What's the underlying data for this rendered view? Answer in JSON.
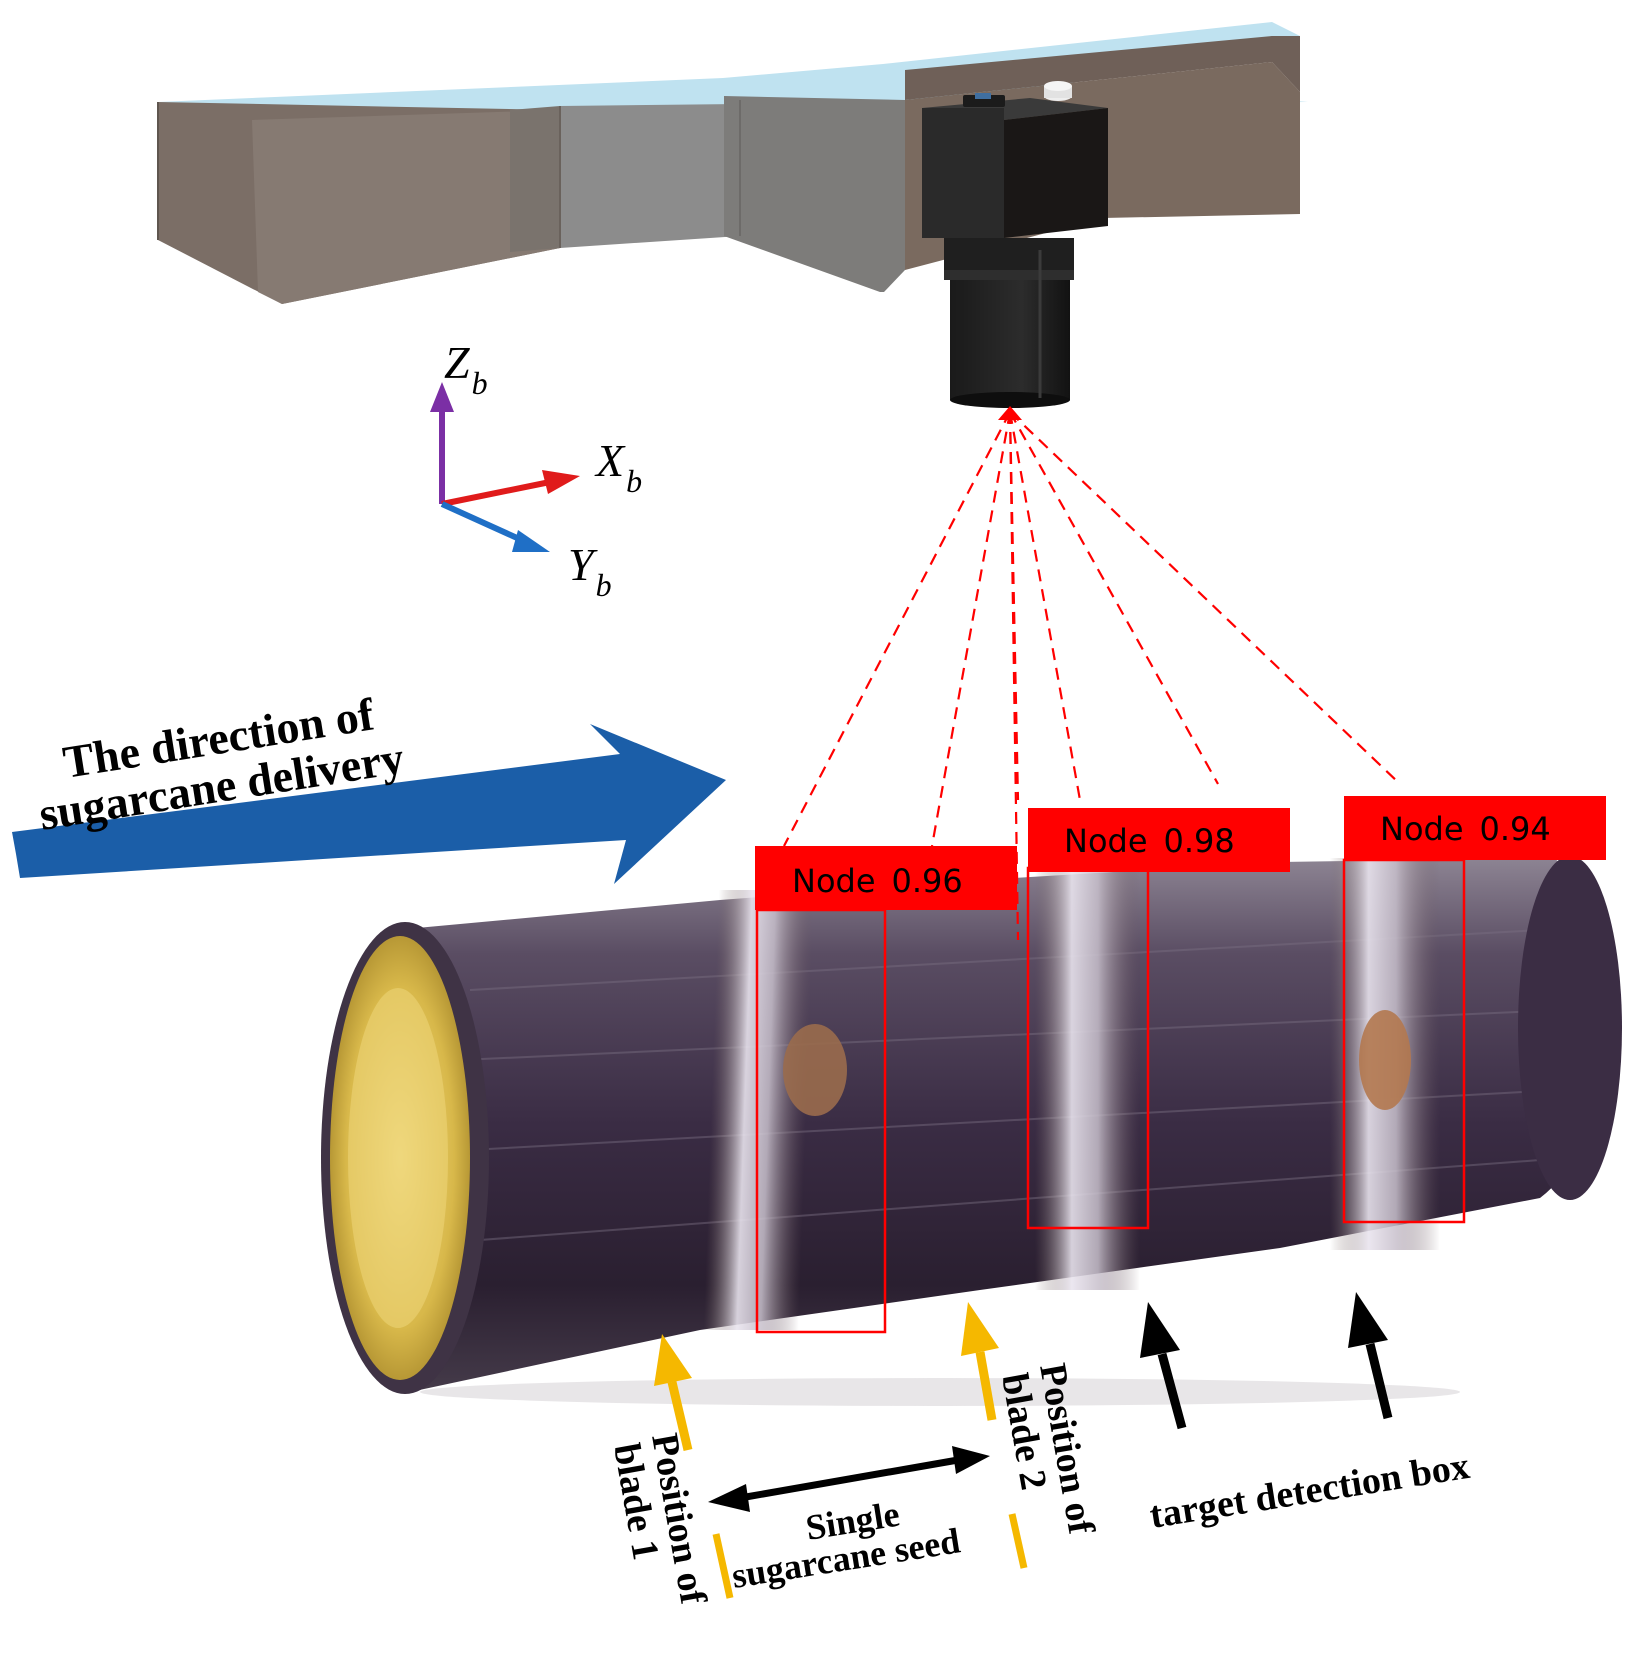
{
  "axes": {
    "z": {
      "letter": "Z",
      "sub": "b",
      "color": "#7b2fa5"
    },
    "x": {
      "letter": "X",
      "sub": "b",
      "color": "#e01b1b"
    },
    "y": {
      "letter": "Y",
      "sub": "b",
      "color": "#1f6fc6"
    }
  },
  "delivery": {
    "line1": "The direction of",
    "line2": "sugarcane delivery",
    "arrow_color": "#1b5ea8"
  },
  "detections": [
    {
      "label": "Node",
      "score": "0.96"
    },
    {
      "label": "Node",
      "score": "0.98"
    },
    {
      "label": "Node",
      "score": "0.94"
    }
  ],
  "annotations": {
    "blade1_line1": "Position of",
    "blade1_line2": "blade 1",
    "blade2_line1": "Position of",
    "blade2_line2": "blade 2",
    "seed_line1": "Single",
    "seed_line2": "sugarcane seed",
    "target_box": "target detection box"
  },
  "colors": {
    "detection": "#ff0000",
    "blade_arrow": "#f5b800",
    "black_arrow": "#000000"
  },
  "icons": {
    "camera": "camera-icon",
    "beam": "camera-ray-lines"
  }
}
